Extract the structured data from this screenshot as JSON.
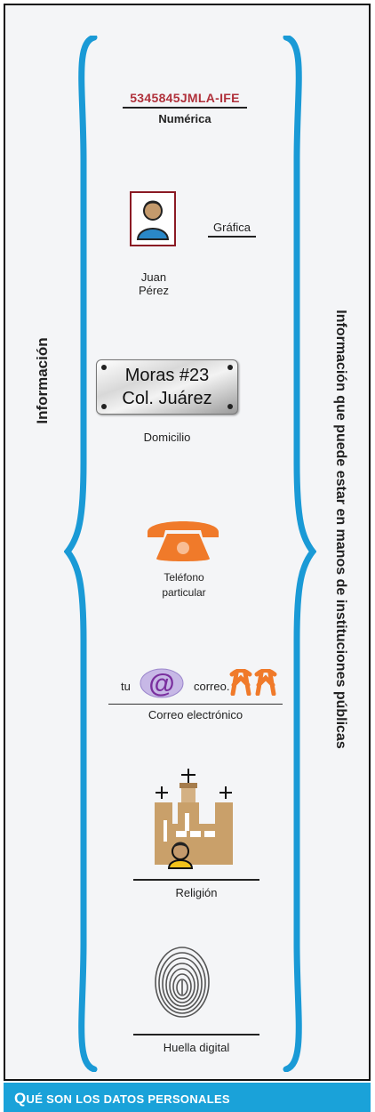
{
  "numeric": {
    "code": "5345845JMLA-IFE",
    "label": "Numérica"
  },
  "graphic": {
    "label": "Gráfica",
    "name_line1": "Juan",
    "name_line2": "Pérez"
  },
  "address": {
    "line1": "Moras #23",
    "line2": "Col. Juárez",
    "label": "Domicilio"
  },
  "phone": {
    "label_line1": "Teléfono",
    "label_line2": "particular"
  },
  "email": {
    "prefix": "tu",
    "suffix": "correo.",
    "label": "Correo electrónico"
  },
  "religion": {
    "label": "Religión"
  },
  "fingerprint": {
    "label": "Huella digital"
  },
  "left_label": "Información",
  "right_label": "Información que puede estar en manos de instituciones públicas",
  "footer": {
    "first_letter": "Q",
    "rest": "UÉ SON LOS DATOS PERSONALES"
  },
  "colors": {
    "brace": "#1a9ad6",
    "footer_bg": "#1aa2d9",
    "code": "#b0313b",
    "phone": "#f07a2a",
    "church": "#c9a06a"
  }
}
